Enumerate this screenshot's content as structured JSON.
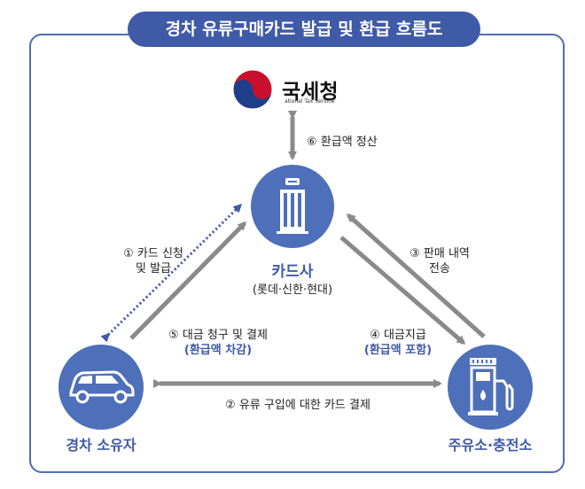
{
  "title": "경차 유류구매카드 발급 및 환급 흐름도",
  "agency": {
    "name": "국세청",
    "subtitle": "ational Tax Service"
  },
  "nodes": {
    "card_company": {
      "name": "카드사",
      "sub": "(롯데·신한·현대)"
    },
    "car_owner": {
      "name": "경차 소유자"
    },
    "gas_station": {
      "name": "주유소·충전소"
    }
  },
  "flows": {
    "f1": "① 카드 신청",
    "f1b": "및 발급",
    "f2": "② 유류 구입에 대한 카드 결제",
    "f3": "③ 판매 내역",
    "f3b": "전송",
    "f4": "④ 대금지급",
    "f4b": "(환급액 포함)",
    "f5": "⑤ 대금 청구 및 결제",
    "f5b": "(환급액 차감)",
    "f6": "⑥ 환급액 정산"
  },
  "colors": {
    "primary": "#3f5aa7",
    "node": "#4e6fb9",
    "arrow": "#8a8a8a",
    "dotted": "#3f5aa7"
  },
  "icons": {
    "agency": "taegeuk-logo-icon",
    "card": "building-icon",
    "owner": "car-icon",
    "station": "fuel-pump-icon"
  }
}
